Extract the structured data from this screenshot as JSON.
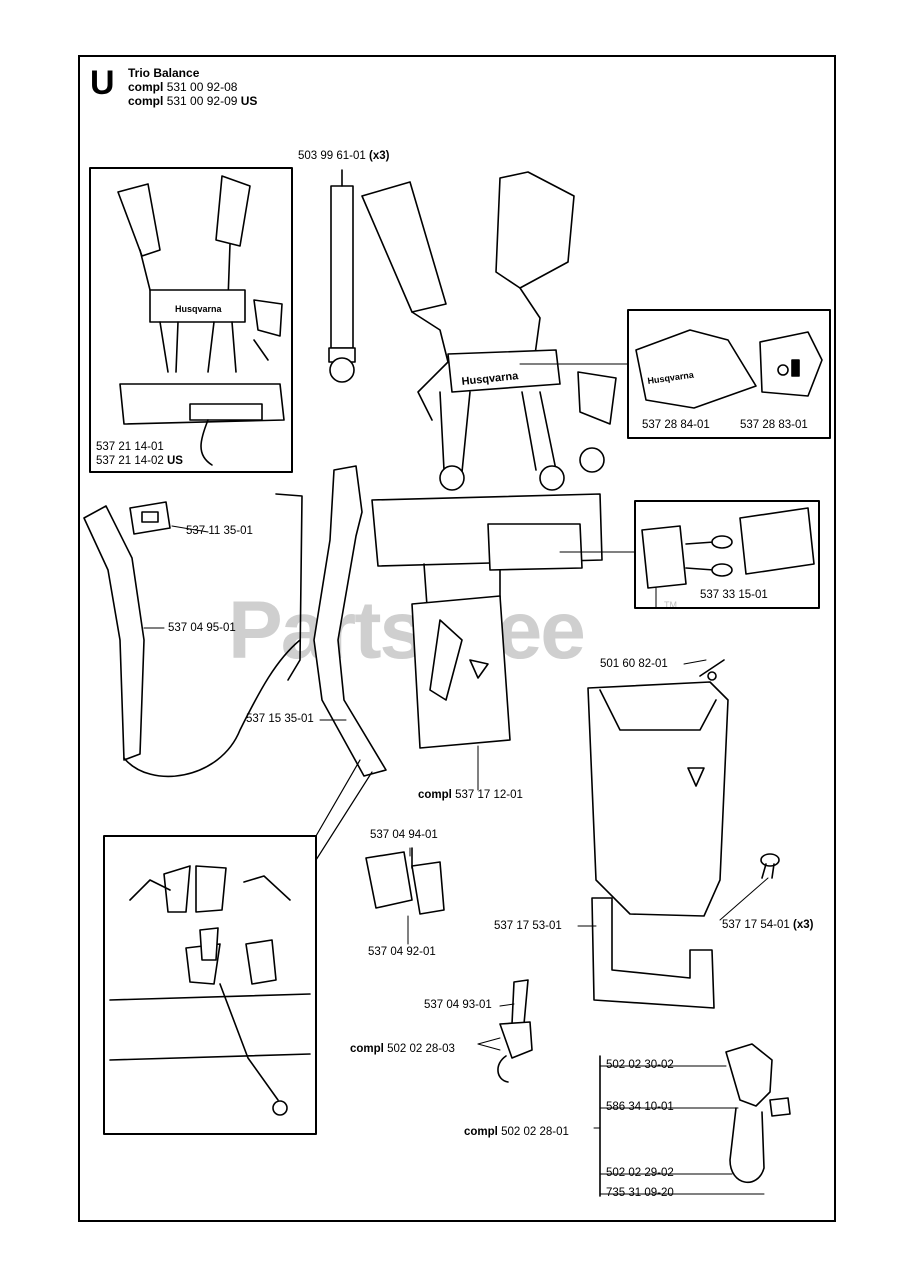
{
  "header": {
    "section": "U",
    "title": "Trio Balance",
    "line1": {
      "prefix": "compl",
      "part": "531 00 92-08",
      "suffix": ""
    },
    "line2": {
      "prefix": "compl",
      "part": "531 00 92-09",
      "suffix": "US"
    }
  },
  "watermark": {
    "text": "PartsTree",
    "tm": "TM"
  },
  "labels": {
    "p1": {
      "part": "503 99 61-01",
      "qty": "(x3)"
    },
    "p2": {
      "part": "537 21 14-01"
    },
    "p3": {
      "part": "537 21 14-02",
      "suffix": "US"
    },
    "p4": {
      "part": "537 28 84-01"
    },
    "p5": {
      "part": "537 28 83-01"
    },
    "p6": {
      "part": "537 11 35-01"
    },
    "p7": {
      "part": "537 04 95-01"
    },
    "p8": {
      "part": "537 33 15-01"
    },
    "p9": {
      "part": "537 15 35-01"
    },
    "p10": {
      "part": "501 60 82-01"
    },
    "p11": {
      "prefix": "compl",
      "part": "537 17 12-01"
    },
    "p12": {
      "part": "537 04 94-01"
    },
    "p13": {
      "part": "537 04 92-01"
    },
    "p14": {
      "part": "537 17 53-01"
    },
    "p15": {
      "part": "537 17 54-01",
      "qty": "(x3)"
    },
    "p16": {
      "part": "537 04 93-01"
    },
    "p17": {
      "prefix": "compl",
      "part": "502 02 28-03"
    },
    "p18": {
      "part": "502 02 30-02"
    },
    "p19": {
      "part": "586 34 10-01"
    },
    "p20": {
      "prefix": "compl",
      "part": "502 02 28-01"
    },
    "p21": {
      "part": "502 02 29-02"
    },
    "p22": {
      "part": "735 31 09-20"
    }
  },
  "brand_on_parts": "Husqvarna"
}
